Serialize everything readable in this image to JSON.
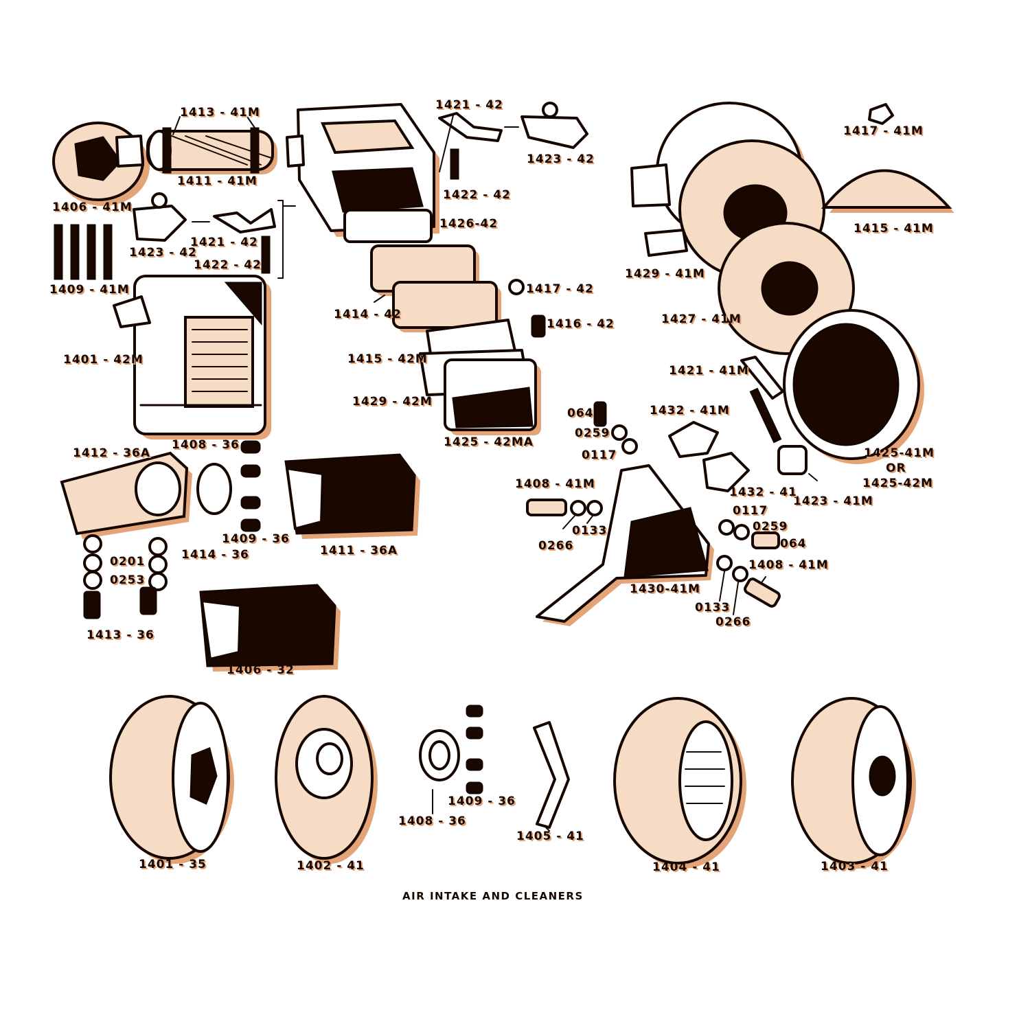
{
  "title": "AIR INTAKE AND CLEANERS",
  "colors": {
    "ink": "#160600",
    "shadow": "#d9864b",
    "paper": "#ffffff"
  },
  "labels": {
    "l1413_41M": "1413 - 41M",
    "l1411_41M": "1411 - 41M",
    "l1406_41M": "1406 - 41M",
    "l1423_42_left": "1423 - 42",
    "l1421_42_left": "1421 - 42",
    "l1422_42_left": "1422 - 42",
    "l1409_41M": "1409 - 41M",
    "l1401_42M": "1401 - 42M",
    "l1421_42_top": "1421 - 42",
    "l1423_42_top": "1423 - 42",
    "l1422_42_top": "1422 - 42",
    "l1426_42": "1426-42",
    "l1417_42": "1417 - 42",
    "l1416_42": "1416 - 42",
    "l1414_42": "1414 - 42",
    "l1415_42M": "1415 - 42M",
    "l1429_42M": "1429 - 42M",
    "l1425_42MA": "1425 - 42MA",
    "l1408_36_mid": "1408 - 36",
    "l1412_36A": "1412 - 36A",
    "l1409_36_mid": "1409 - 36",
    "l1411_36A": "1411 - 36A",
    "l1414_36": "1414 - 36",
    "l0201": "0201",
    "l0253": "0253",
    "l1413_36": "1413 - 36",
    "l1406_32": "1406 - 32",
    "l1417_41M": "1417 - 41M",
    "l1415_41M": "1415 - 41M",
    "l1429_41M": "1429 - 41M",
    "l1427_41M": "1427 - 41M",
    "l1421_41M": "1421 - 41M",
    "l1425_41M": "1425-41M",
    "lOR": "OR",
    "l1425_42M": "1425-42M",
    "l1423_41M": "1423 - 41M",
    "l064_top": "064",
    "l0259_top": "0259",
    "l0117_top": "0117",
    "l1432_41M": "1432 - 41M",
    "l1432_41": "1432 - 41",
    "l1408_41M_left": "1408 - 41M",
    "l0133_left": "0133",
    "l0266_left": "0266",
    "l0117_right": "0117",
    "l0259_right": "0259",
    "l064_right": "064",
    "l1408_41M_right": "1408 - 41M",
    "l1430_41M": "1430-41M",
    "l0133_right": "0133",
    "l0266_right": "0266",
    "l1401_35": "1401 - 35",
    "l1402_41": "1402 - 41",
    "l1408_36_bottom": "1408 - 36",
    "l1409_36_bottom": "1409 - 36",
    "l1405_41": "1405 - 41",
    "l1404_41": "1404 - 41",
    "l1403_41": "1403 - 41"
  }
}
